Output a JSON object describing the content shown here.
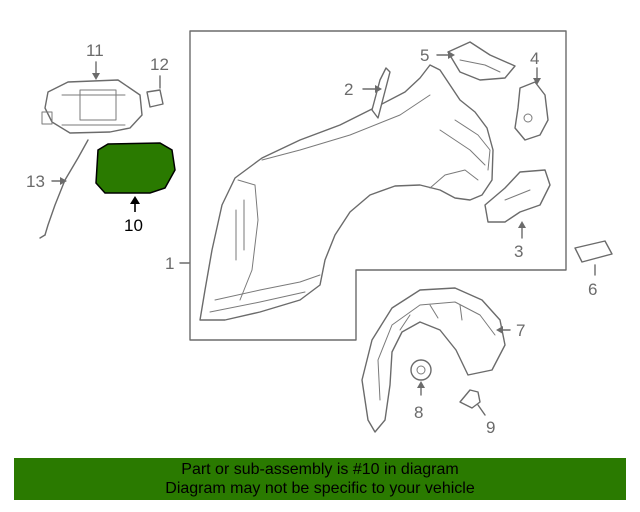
{
  "callouts": {
    "c1": "1",
    "c2": "2",
    "c3": "3",
    "c4": "4",
    "c5": "5",
    "c6": "6",
    "c7": "7",
    "c8": "8",
    "c9": "9",
    "c10": "10",
    "c11": "11",
    "c12": "12",
    "c13": "13"
  },
  "highlight": {
    "part_number": "10",
    "color": "#2a7a00"
  },
  "banner": {
    "line1": "Part or sub-assembly is #10 in diagram",
    "line2": "Diagram may not be specific to your vehicle",
    "color": "#2a7a00"
  }
}
